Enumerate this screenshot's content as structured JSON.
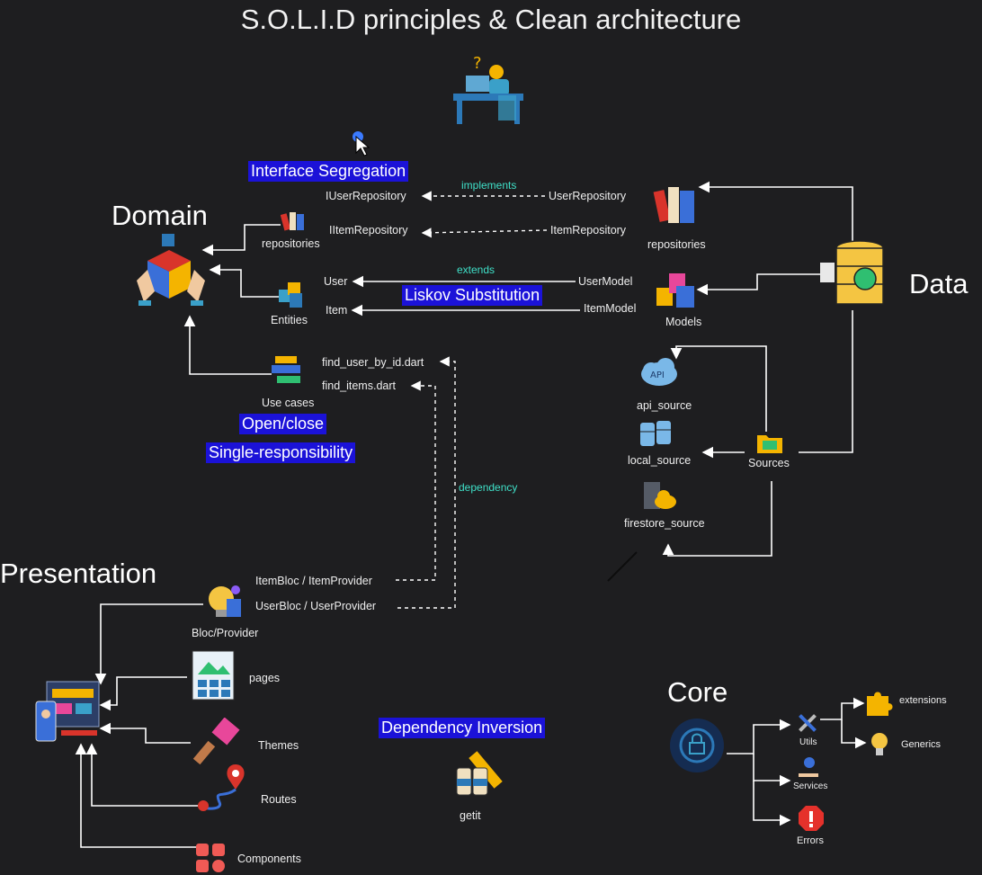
{
  "title": "S.O.L.I.D principles & Clean architecture",
  "sections": {
    "domain": "Domain",
    "data": "Data",
    "presentation": "Presentation",
    "core": "Core"
  },
  "principles": {
    "interface_segregation": "Interface Segregation",
    "liskov": "Liskov Substitution",
    "open_close": "Open/close",
    "single_responsibility": "Single-responsibility",
    "dependency_inversion": "Dependency Inversion"
  },
  "relations": {
    "implements": "implements",
    "extends": "extends",
    "dependency": "dependency"
  },
  "domain": {
    "repositories": "repositories",
    "entities": "Entities",
    "use_cases": "Use cases",
    "iuser_repository": "IUserRepository",
    "iitem_repository": "IItemRepository",
    "user": "User",
    "item": "Item",
    "find_user": "find_user_by_id.dart",
    "find_items": "find_items.dart"
  },
  "data": {
    "user_repository": "UserRepository",
    "item_repository": "ItemRepository",
    "repositories": "repositories",
    "user_model": "UserModel",
    "item_model": "ItemModel",
    "models": "Models",
    "api_source": "api_source",
    "local_source": "local_source",
    "firestore_source": "firestore_source",
    "sources": "Sources",
    "api_icon_text": "API"
  },
  "presentation": {
    "item_bloc": "ItemBloc / ItemProvider",
    "user_bloc": "UserBloc / UserProvider",
    "bloc_provider": "Bloc/Provider",
    "pages": "pages",
    "themes": "Themes",
    "routes": "Routes",
    "components": "Components",
    "getit": "getit"
  },
  "core": {
    "utils": "Utils",
    "services": "Services",
    "errors": "Errors",
    "extensions": "extensions",
    "generics": "Generics"
  }
}
